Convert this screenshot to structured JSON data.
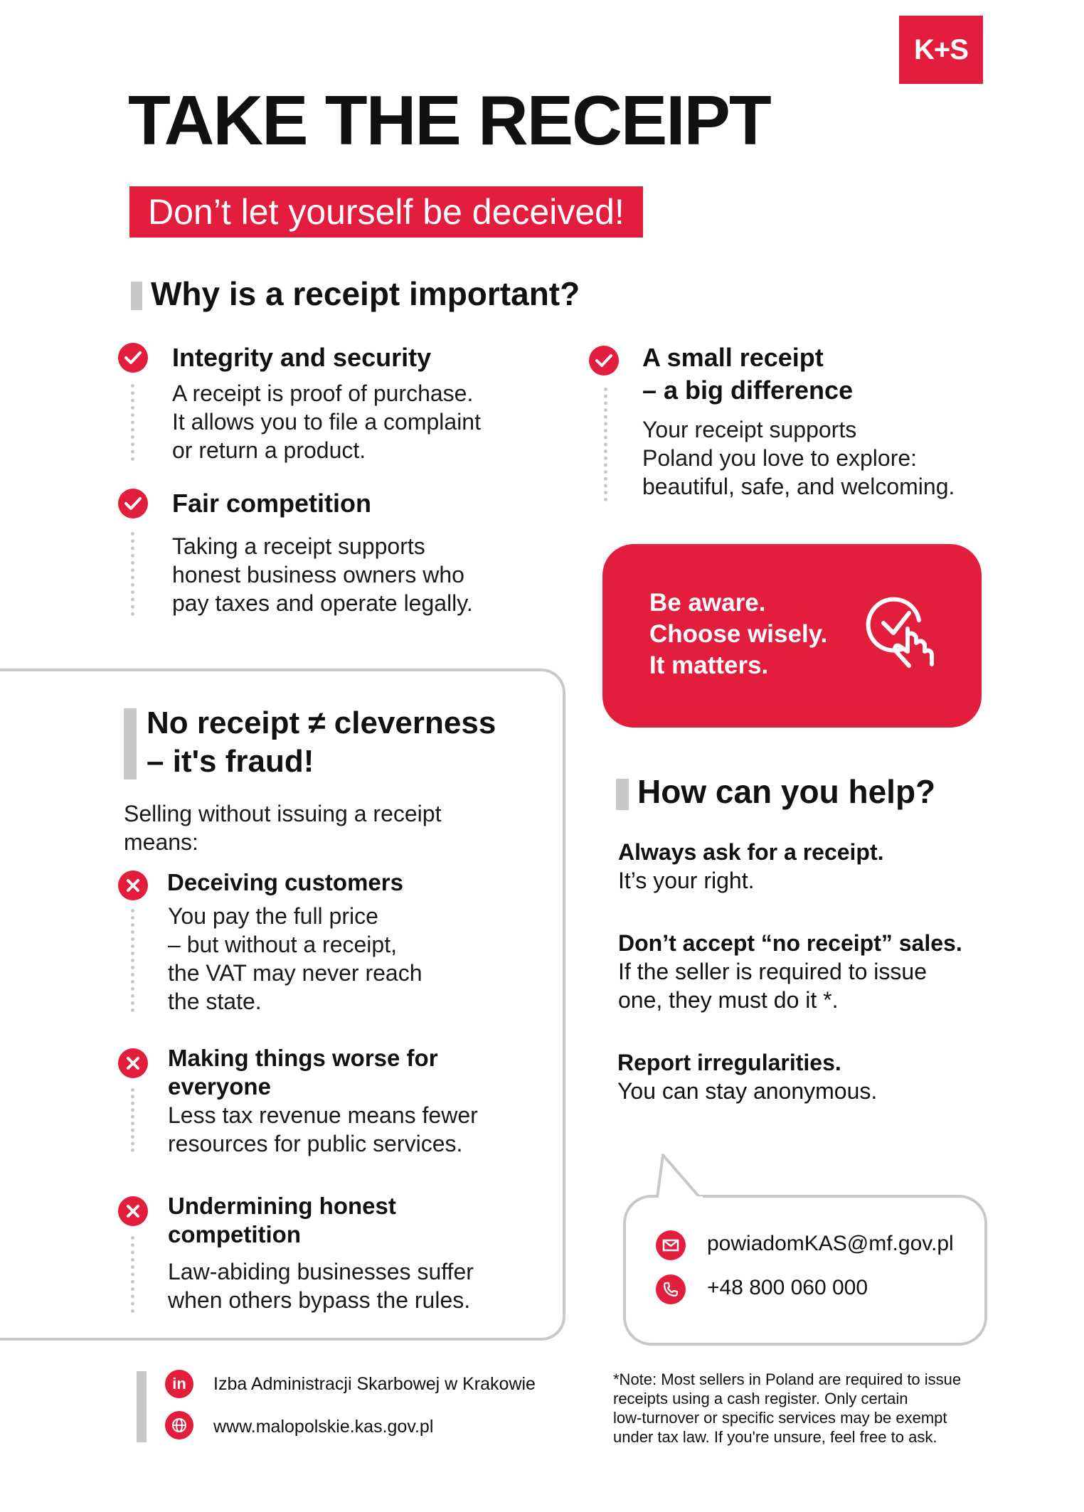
{
  "header": {
    "logo_text": "K+S",
    "title": "TAKE THE RECEIPT",
    "subtitle": "Don’t let yourself be deceived!"
  },
  "why": {
    "heading": "Why is a receipt important?",
    "items": [
      {
        "title": "Integrity and security",
        "text": "A receipt is proof of purchase.\nIt allows you to file a complaint\nor return a product."
      },
      {
        "title": "Fair competition",
        "text": "Taking a receipt supports\nhonest business owners who\npay taxes and operate legally."
      },
      {
        "title": "A small receipt\n– a big difference",
        "text": "Your receipt supports\nPoland you love to explore:\nbeautiful, safe, and welcoming."
      }
    ]
  },
  "promo": {
    "text": "Be aware.\nChoose wisely.\nIt matters."
  },
  "fraud": {
    "heading": "No receipt ≠ cleverness\n– it's fraud!",
    "intro": "Selling without issuing a receipt\nmeans:",
    "items": [
      {
        "title": "Deceiving customers",
        "text": "You pay the full price\n– but without a receipt,\nthe VAT may never reach\nthe state."
      },
      {
        "title": "Making things worse for\neveryone",
        "text": "Less tax revenue means fewer\nresources for public services."
      },
      {
        "title": "Undermining honest\ncompetition",
        "text": "Law-abiding businesses suffer\nwhen others bypass the rules."
      }
    ]
  },
  "help": {
    "heading": "How can you help?",
    "items": [
      {
        "strong": "Always ask for a receipt.",
        "text": "It’s your right."
      },
      {
        "strong": "Don’t accept “no receipt” sales.",
        "text": "If the seller is required to issue\none, they must do it *."
      },
      {
        "strong": "Report irregularities.",
        "text": "You can stay anonymous."
      }
    ]
  },
  "contact": {
    "email": "powiadomKAS@mf.gov.pl",
    "phone": "+48 800 060 000"
  },
  "footer": {
    "linkedin": "Izba Administracji Skarbowej w Krakowie",
    "website": "www.malopolskie.kas.gov.pl",
    "note": "*Note: Most sellers in Poland are required to issue\nreceipts using a cash register. Only certain\nlow-turnover or specific services may be exempt\nunder tax law. If  you're unsure, feel free to ask."
  },
  "colors": {
    "accent": "#e31d3c",
    "grey": "#c8c8c8"
  }
}
